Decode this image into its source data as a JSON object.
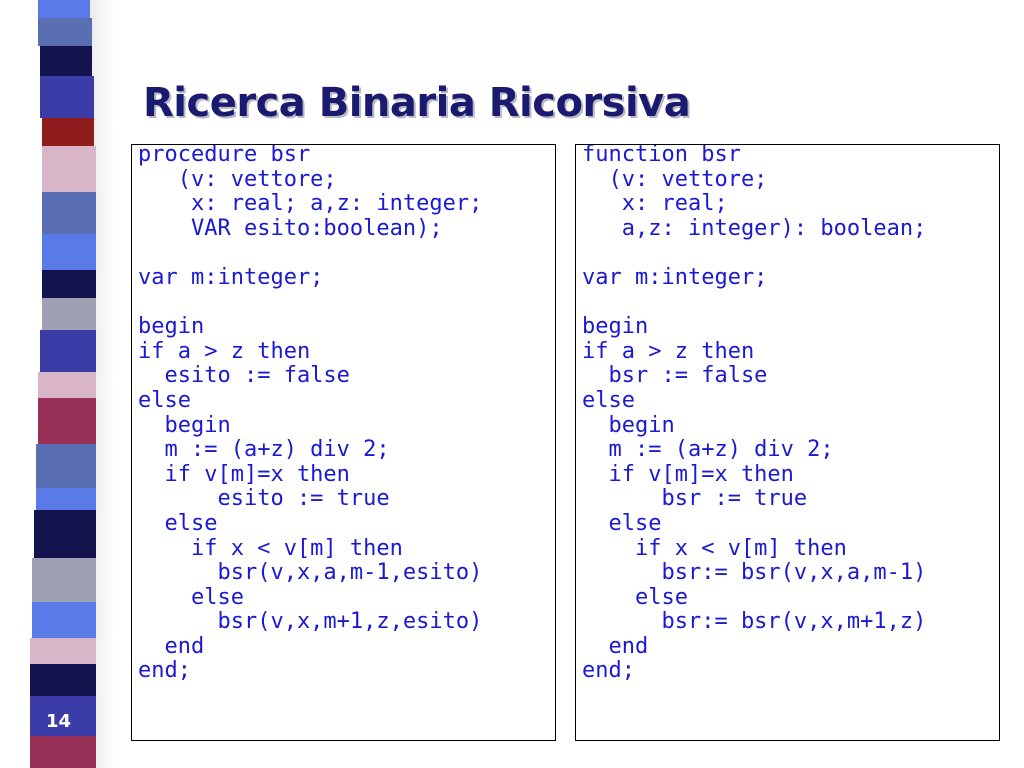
{
  "slide": {
    "title": "Ricerca Binaria Ricorsiva",
    "page_number": "14",
    "colors": {
      "title": "#1a1a6e",
      "code": "#1a1ad2",
      "stripe_palette": [
        "#3c3ca8",
        "#5a6eb4",
        "#8e1c1c",
        "#d9b5c8",
        "#13134e",
        "#5a7ae8",
        "#a0a0b4",
        "#963057",
        "#bcbcd8"
      ]
    }
  },
  "code_left": {
    "lines": [
      "procedure bsr",
      "   (v: vettore;",
      "    x: real; a,z: integer;",
      "    VAR esito:boolean);",
      "",
      "var m:integer;",
      "",
      "begin",
      "if a > z then",
      "  esito := false",
      "else",
      "  begin",
      "  m := (a+z) div 2;",
      "  if v[m]=x then",
      "      esito := true",
      "  else",
      "    if x < v[m] then",
      "      bsr(v,x,a,m-1,esito)",
      "    else",
      "      bsr(v,x,m+1,z,esito)",
      "  end",
      "end;"
    ]
  },
  "code_right": {
    "lines": [
      "function bsr",
      "  (v: vettore;",
      "   x: real;",
      "   a,z: integer): boolean;",
      "",
      "var m:integer;",
      "",
      "begin",
      "if a > z then",
      "  bsr := false",
      "else",
      "  begin",
      "  m := (a+z) div 2;",
      "  if v[m]=x then",
      "      bsr := true",
      "  else",
      "    if x < v[m] then",
      "      bsr:= bsr(v,x,a,m-1)",
      "    else",
      "      bsr:= bsr(v,x,m+1,z)",
      "  end",
      "end;"
    ]
  }
}
